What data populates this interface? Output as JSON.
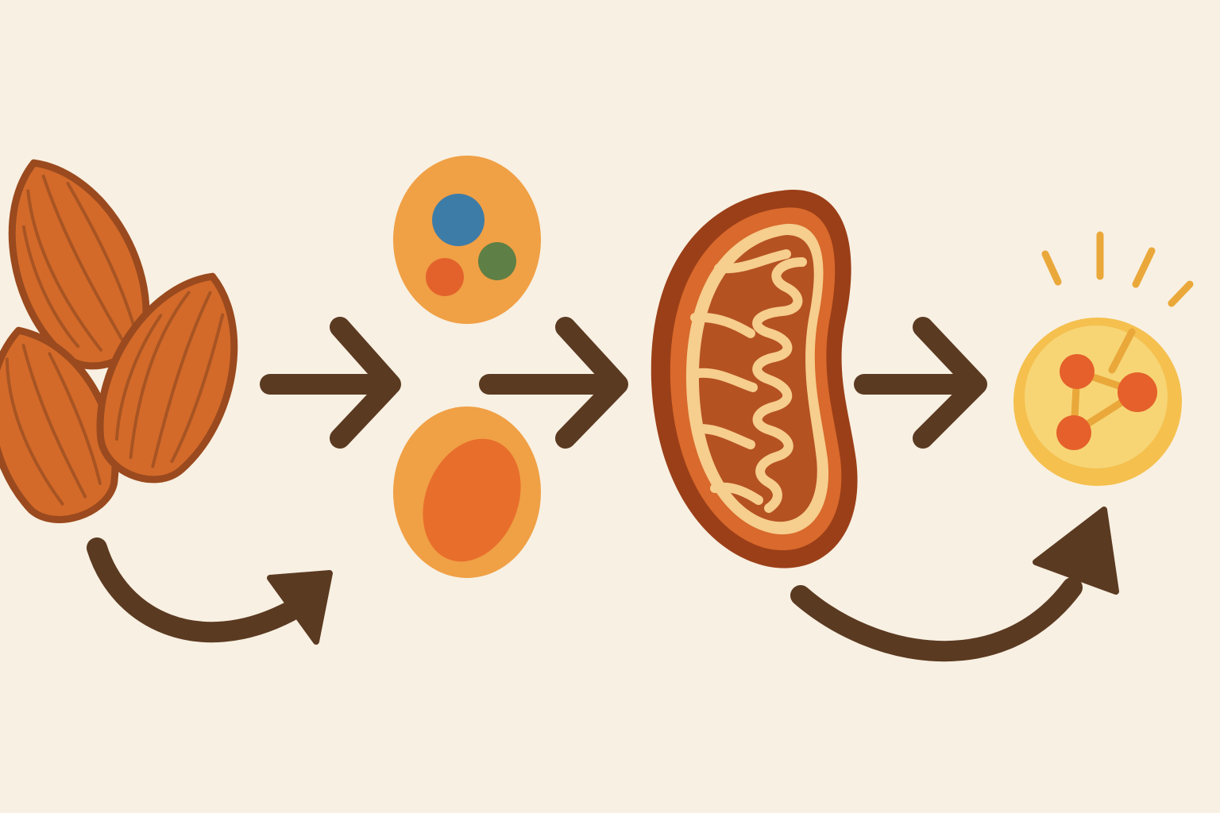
{
  "colors": {
    "background": "#F8F0E2",
    "arrow": "#5B3A22",
    "almond_fill": "#D36A2A",
    "almond_outline": "#9A4A1E",
    "almond_stripe": "#A85423",
    "cell_fill": "#F0A045",
    "blob_blue": "#3E7CA8",
    "blob_green": "#5E7F45",
    "blob_red": "#E3622C",
    "nucleus": "#E86E2C",
    "mito_outer": "#9B3F18",
    "mito_mid": "#D9692C",
    "mito_inner": "#B55222",
    "mito_cristae": "#F6CE8E",
    "energy_glow": "#F5C04E",
    "energy_core": "#F7D575",
    "atom": "#E5602A",
    "ray": "#EAA83A"
  },
  "stages": [
    {
      "icon": "almonds-icon"
    },
    {
      "icon": "nutrient-molecules-icon"
    },
    {
      "icon": "cell-icon"
    },
    {
      "icon": "mitochondrion-icon"
    },
    {
      "icon": "energy-molecule-icon"
    }
  ],
  "flow_arrows": [
    "straight",
    "straight",
    "straight",
    "curved",
    "curved"
  ]
}
